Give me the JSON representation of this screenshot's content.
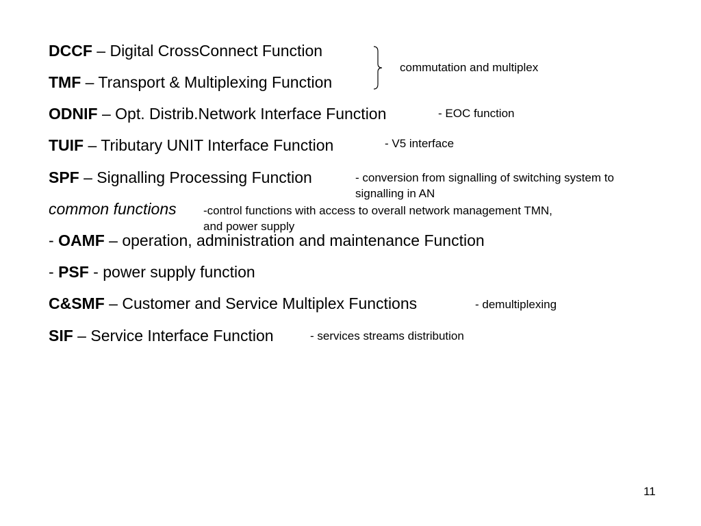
{
  "slide": {
    "page_number": "11",
    "items": {
      "dccf": {
        "abbr": "DCCF",
        "desc": " – Digital CrossConnect Function"
      },
      "tmf": {
        "abbr": "TMF",
        "desc": " – Transport & Multiplexing Function"
      },
      "odnif": {
        "abbr": "ODNIF",
        "desc": " – Opt. Distrib.Network Interface Function"
      },
      "tuif": {
        "abbr": "TUIF",
        "desc": " – Tributary UNIT Interface Function"
      },
      "spf": {
        "abbr": "SPF",
        "desc": " – Signalling Processing Function"
      },
      "common": {
        "label": "common functions"
      },
      "oamf": {
        "prefix": "- ",
        "abbr": "OAMF",
        "desc": " – operation, administration and maintenance Function"
      },
      "psf": {
        "prefix": "- ",
        "abbr": "PSF",
        "desc": " -  power supply function"
      },
      "csmf": {
        "abbr": "C&SMF",
        "desc": " – Customer and Service Multiplex Functions"
      },
      "sif": {
        "abbr": "SIF",
        "desc": " – Service Interface Function"
      }
    },
    "notes": {
      "commutation": "commutation and multiplex",
      "eoc": "- EOC function",
      "v5": "- V5 interface",
      "conversion_line1": "- conversion from signalling of switching system to",
      "conversion_line2": "signalling in AN",
      "control_line1": "-control functions with access to overall network management TMN,",
      "control_line2": "and  power supply",
      "demux": "- demultiplexing",
      "services": "- services streams distribution"
    }
  }
}
